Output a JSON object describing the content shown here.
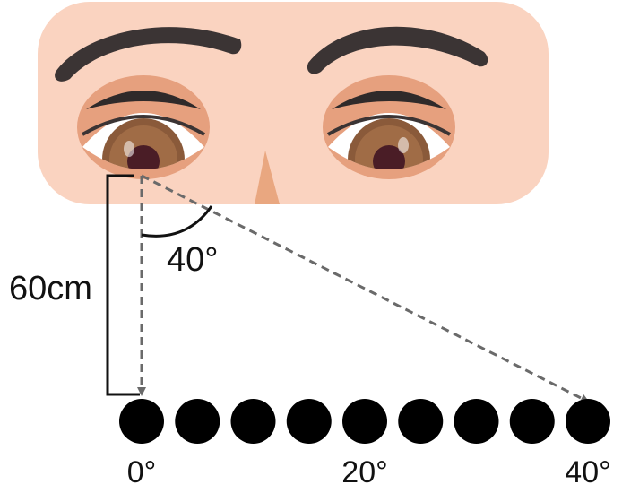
{
  "diagram": {
    "distance_label": "60cm",
    "angle_label": "40°",
    "target_count": 9,
    "tick_labels": [
      {
        "dot_index": 0,
        "text": "0°"
      },
      {
        "dot_index": 4,
        "text": "20°"
      },
      {
        "dot_index": 8,
        "text": "40°"
      }
    ]
  },
  "colors": {
    "face": "#fad3c0",
    "eyelid": "#e6a07e",
    "brow": "#3b3434",
    "iris": "#8a5a3a",
    "pupil": "#4a1d26",
    "target": "#000000",
    "sightline": "#6a6a6a",
    "nose": "#e9a780"
  }
}
